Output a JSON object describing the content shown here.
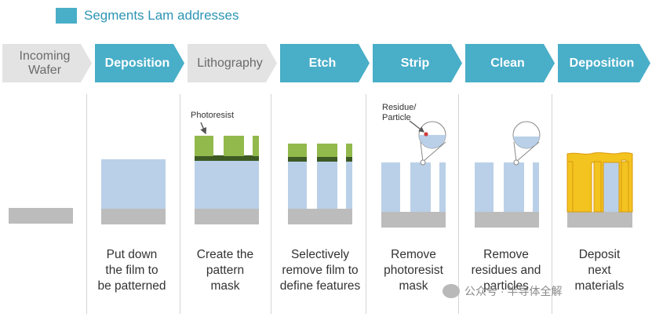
{
  "legend": {
    "label": "Segments Lam addresses",
    "color": "#49aec8"
  },
  "stages": [
    {
      "label": "Incoming\nWafer",
      "lam": false
    },
    {
      "label": "Deposition",
      "lam": true
    },
    {
      "label": "Lithography",
      "lam": false
    },
    {
      "label": "Etch",
      "lam": true
    },
    {
      "label": "Strip",
      "lam": true
    },
    {
      "label": "Clean",
      "lam": true
    },
    {
      "label": "Deposition",
      "lam": true
    }
  ],
  "descriptions": [
    "",
    "Put down\nthe film to\nbe patterned",
    "Create the\npattern\nmask",
    "Selectively\nremove film to\ndefine features",
    "Remove\nphotoresist\nmask",
    "Remove\nresidues and\nparticles",
    "Deposit\nnext\nmaterials"
  ],
  "annotations": {
    "photoresist": "Photoresist",
    "residue": "Residue/\nParticle"
  },
  "watermark": "公众号 · 半导体全解",
  "colors": {
    "substrate": "#bcbcbc",
    "film": "#bad0e8",
    "photoresist": "#92b94c",
    "resist_base": "#3d5a24",
    "metal": "#f3c31f",
    "metal_edge": "#d99a12",
    "particle": "#d33a3a"
  }
}
